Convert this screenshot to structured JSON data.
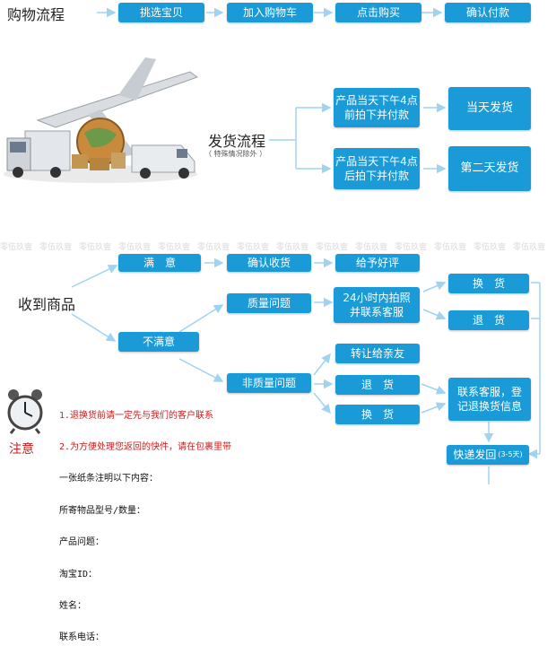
{
  "purchase": {
    "title": "购物流程",
    "steps": [
      "挑选宝贝",
      "加入购物车",
      "点击购买",
      "确认付款"
    ]
  },
  "shipping": {
    "title": "发货流程",
    "note": "（ 特殊情况除外 ）",
    "cond_before": "产品当天下午4点\n前拍下并付款",
    "cond_after": "产品当天下午4点\n后拍下并付款",
    "result_same_day": "当天发货",
    "result_next_day": "第二天发货"
  },
  "receive": {
    "title": "收到商品",
    "satisfied": "满　意",
    "confirm": "确认收货",
    "praise": "给予好评",
    "dissatisfied": "不满意",
    "quality": "质量问题",
    "contact24": "24小时内拍照\n并联系客服",
    "exchange": "换　货",
    "refund": "退　货",
    "non_quality": "非质量问题",
    "transfer": "转让给亲友",
    "refund2": "退　货",
    "exchange2": "换　货",
    "contact_register": "联系客服，登\n记退换货信息",
    "ship_back": "快递发回",
    "ship_back_days": "(3-5天)"
  },
  "watermark": "零伍玖壹",
  "notice": {
    "label": "注意",
    "line1": "1.退换货前请一定先与我们的客户联系",
    "line2": "2.为方便处理您返回的快件，请在包裹里带",
    "line3": "一张纸条注明以下内容：",
    "line4": "所寄物品型号/数量：",
    "line5": "产品问题：",
    "line6": "淘宝ID：",
    "line7": "姓名：",
    "line8": "联系电话："
  },
  "colors": {
    "box": "#1a9bd7",
    "connector": "#9fd3f0",
    "notice_red": "#c81e1e"
  },
  "icons": [
    "airplane-truck-globe-image",
    "alarm-clock-icon"
  ]
}
